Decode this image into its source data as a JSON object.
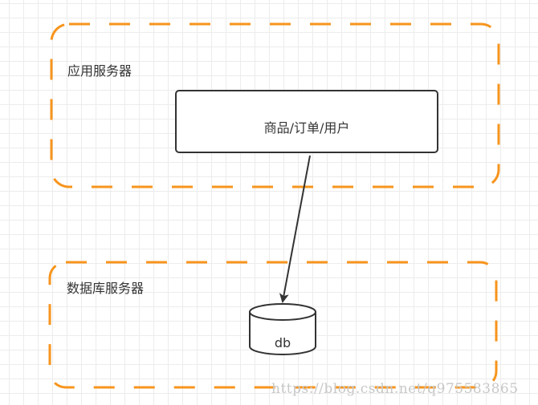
{
  "groups": [
    {
      "label": "应用服务器"
    },
    {
      "label": "数据库服务器"
    }
  ],
  "nodes": {
    "service": "商品/订单/用户",
    "db": "db"
  },
  "watermark": "https://blog.csdn.net/q975583865",
  "colors": {
    "group_border": "#f7941d",
    "node_border": "#333333"
  }
}
